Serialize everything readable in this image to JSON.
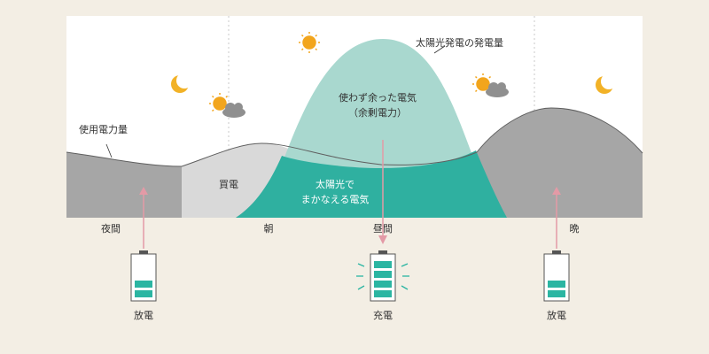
{
  "colors": {
    "page_background": "#f3eee4",
    "sky": "#ffffff",
    "usage_gray": "#a6a6a6",
    "purchase_light_gray": "#d9d9d9",
    "solar_surplus_mint": "#a9d8cf",
    "solar_covered_teal": "#2fb0a0",
    "arrow_pink": "#e39aa6",
    "battery_teal": "#2bb5a2",
    "sun_orange": "#f2a51c",
    "moon_yellow": "#f2b227",
    "cloud_gray": "#8f8f8f"
  },
  "labels": {
    "solar_generation": "太陽光発電の発電量",
    "power_usage": "使用電力量",
    "surplus_line1": "使わず余った電気",
    "surplus_line2": "（余剰電力）",
    "purchase": "買電",
    "covered_line1": "太陽光で",
    "covered_line2": "まかなえる電気"
  },
  "timeline": [
    "夜間",
    "朝",
    "昼間",
    "晩"
  ],
  "batteries": [
    {
      "label": "放電",
      "action": "discharge",
      "charge_bars_filled": 2,
      "charge_bars_total": 4
    },
    {
      "label": "充電",
      "action": "charge",
      "charge_bars_filled": 4,
      "charge_bars_total": 4
    },
    {
      "label": "放電",
      "action": "discharge",
      "charge_bars_filled": 2,
      "charge_bars_total": 4
    }
  ],
  "icons": {
    "night_start": [
      "moon-icon"
    ],
    "morning": [
      "sun-icon",
      "cloud-icon"
    ],
    "noon": [
      "sun-icon"
    ],
    "afternoon": [
      "sun-icon",
      "cloud-icon"
    ],
    "night_end": [
      "moon-icon"
    ]
  }
}
